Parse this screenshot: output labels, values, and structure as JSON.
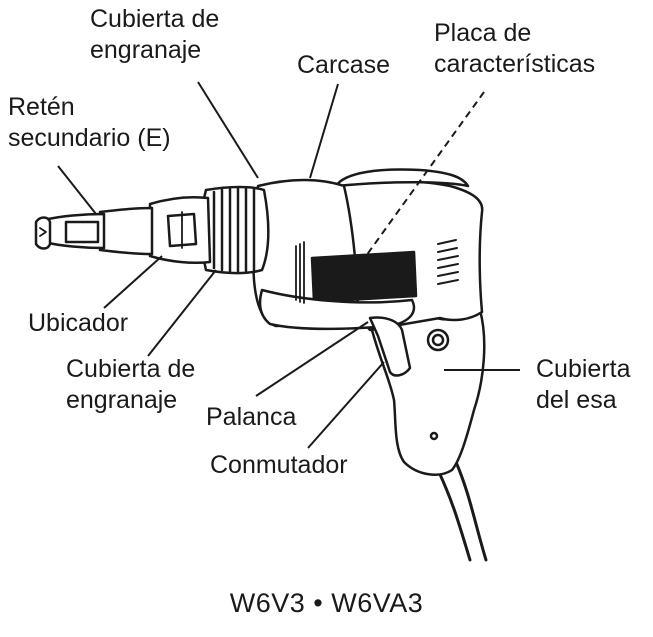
{
  "labels": {
    "gear_cover_top": [
      "Cubierta de",
      "engranaje"
    ],
    "housing": "Carcase",
    "nameplate": [
      "Placa de",
      "características"
    ],
    "secondary_detent": [
      "Retén",
      "secundario (E)"
    ],
    "locator": "Ubicador",
    "gear_cover_bottom": [
      "Cubierta de",
      "engranaje"
    ],
    "lever": "Palanca",
    "switch": "Conmutador",
    "handle_cover": [
      "Cubierta",
      "del esa"
    ]
  },
  "model": "W6V3 • W6VA3"
}
